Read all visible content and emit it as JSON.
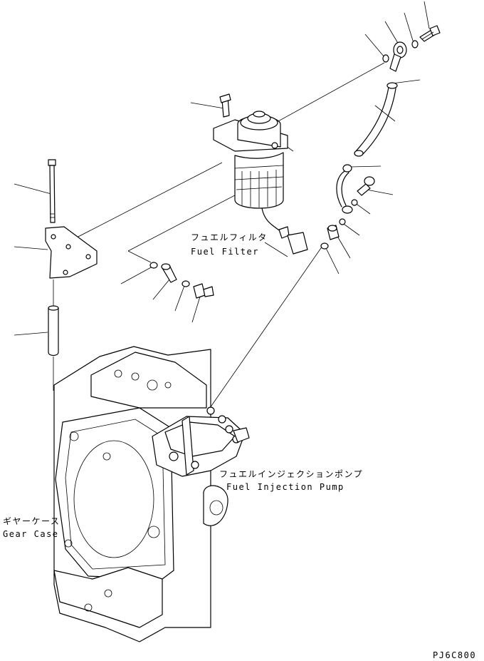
{
  "labels": {
    "fuel_filter_jp": "フュエルフィルタ",
    "fuel_filter_en": "Fuel Filter",
    "injection_pump_jp": "フュエルインジェクションポンプ",
    "injection_pump_en": "Fuel Injection Pump",
    "gear_case_jp": "ギヤーケース",
    "gear_case_en": "Gear Case",
    "drawing_code": "PJ6C800"
  }
}
